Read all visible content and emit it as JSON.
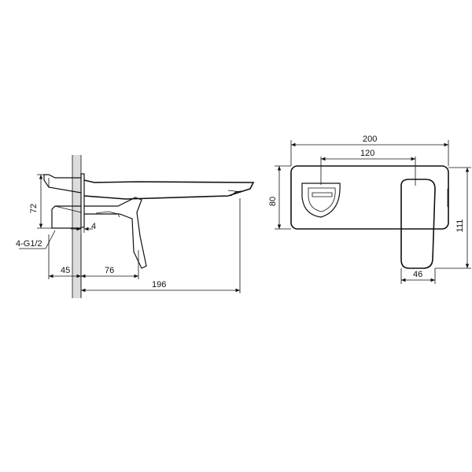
{
  "side_view": {
    "dim_height": "72",
    "dim_small": "4",
    "dim_thread": "4-G1/2",
    "dim_wall_depth": "45",
    "dim_lever": "76",
    "dim_spout": "196"
  },
  "front_view": {
    "dim_total_width": "200",
    "dim_hole_spacing": "120",
    "dim_plate_height": "80",
    "dim_total_height": "111",
    "dim_handle_width": "46"
  },
  "colors": {
    "line": "#111111",
    "wall_fill": "#dcdcdc"
  }
}
